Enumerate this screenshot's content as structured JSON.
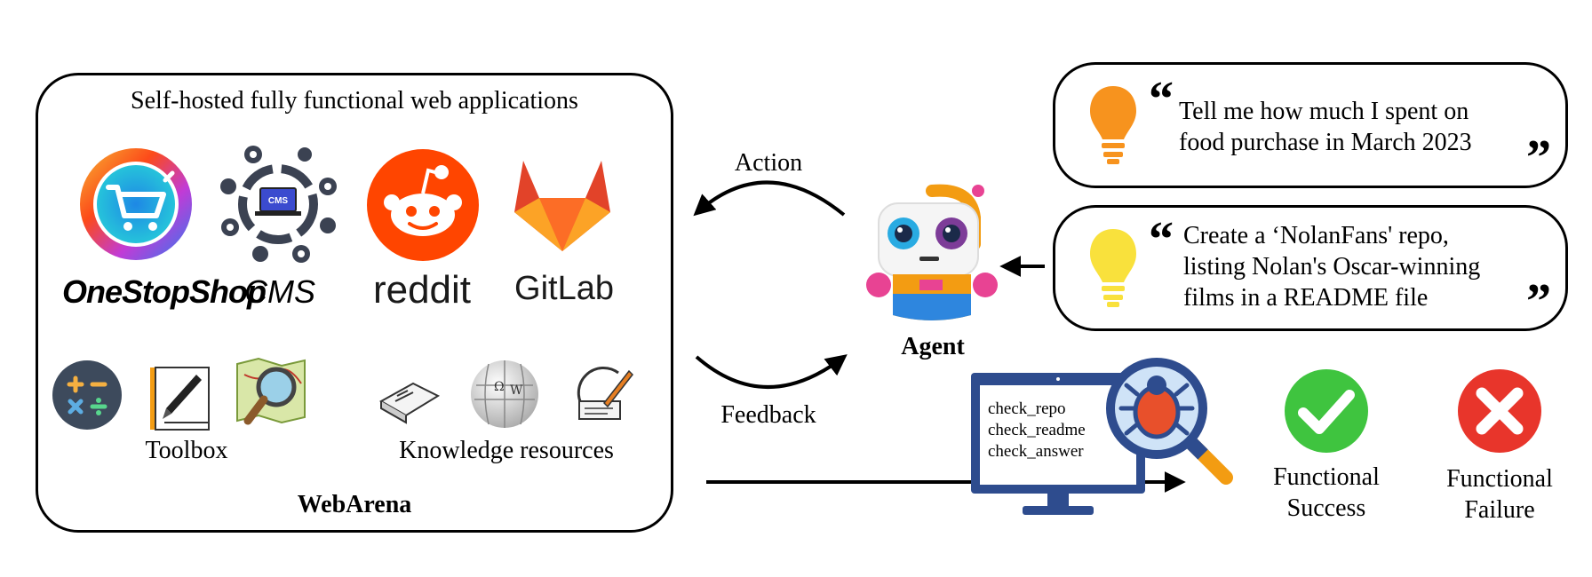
{
  "webarena": {
    "title": "Self-hosted fully functional web applications",
    "footer": "WebArena",
    "apps": [
      {
        "name": "OneStopShop",
        "icon": "shopping-cart-icon"
      },
      {
        "name": "CMS",
        "icon": "cms-network-icon"
      },
      {
        "name": "reddit",
        "icon": "reddit-alien-icon"
      },
      {
        "name": "GitLab",
        "icon": "gitlab-fox-icon"
      }
    ],
    "toolbox_label": "Toolbox",
    "knowledge_label": "Knowledge resources",
    "toolbox_icons": [
      "calculator-icon",
      "notepad-pen-icon",
      "map-magnifier-icon"
    ],
    "knowledge_icons": [
      "documentation-icon",
      "wikipedia-globe-icon",
      "manual-icon"
    ]
  },
  "flow": {
    "action_label": "Action",
    "feedback_label": "Feedback",
    "agent_label": "Agent"
  },
  "intents": [
    {
      "open_quote": "“",
      "text": "Tell me how much I spent on\nfood purchase in March 2023",
      "close_quote": "”",
      "bulb_color": "#F7931E"
    },
    {
      "open_quote": "“",
      "text": "Create a ‘NolanFans' repo,\nlisting Nolan's Oscar-winning\nfilms in a README file",
      "close_quote": "”",
      "bulb_color": "#F9E13C"
    }
  ],
  "evaluator": {
    "checks": [
      "check_repo",
      "check_readme",
      "check_answer"
    ],
    "monitor_color": "#2E4C8E",
    "success_label": "Functional\nSuccess",
    "failure_label": "Functional\nFailure",
    "success_color": "#3FC43F",
    "failure_color": "#E8352B"
  }
}
